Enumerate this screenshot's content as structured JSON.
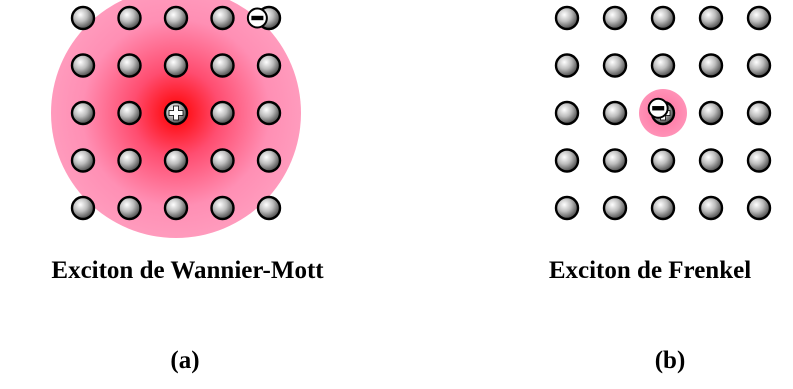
{
  "panels": [
    {
      "id": "a",
      "caption": "Exciton de Wannier-Mott",
      "sublabel": "(a)",
      "exciton_type": "wannier-mott",
      "lattice": {
        "rows": 5,
        "cols": 5
      },
      "hole_site": {
        "row": 2,
        "col": 2
      },
      "electron_site": {
        "row": 0,
        "col": 3.75
      },
      "cloud_color": "#ff8fb4",
      "cloud_core_color": "#ff0000"
    },
    {
      "id": "b",
      "caption": "Exciton de Frenkel",
      "sublabel": "(b)",
      "exciton_type": "frenkel",
      "lattice": {
        "rows": 5,
        "cols": 5
      },
      "hole_site": {
        "row": 2,
        "col": 2
      },
      "electron_site": {
        "row": 1.9,
        "col": 1.9
      },
      "cloud_color": "#ff8fb4",
      "cloud_core_color": "#ff6fa0"
    }
  ],
  "colors": {
    "atom_light": "#ffffff",
    "atom_dark": "#4a4a4a",
    "atom_outline": "#000000",
    "text": "#000000"
  },
  "icons": {
    "atom": "gray-sphere-icon",
    "hole": "plus-charge-icon",
    "electron": "minus-charge-icon"
  }
}
